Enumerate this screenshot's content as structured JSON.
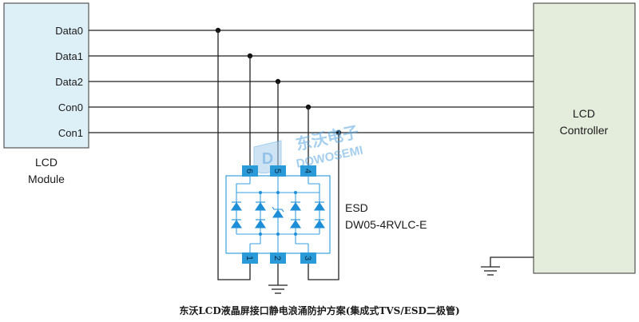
{
  "lcd_module": {
    "line1": "LCD",
    "line2": "Module"
  },
  "lcd_controller": {
    "line1": "LCD",
    "line2": "Controller"
  },
  "signals": [
    "Data0",
    "Data1",
    "Data2",
    "Con0",
    "Con1"
  ],
  "esd": {
    "line1": "ESD",
    "line2": "DW05-4RVLC-E"
  },
  "pins": {
    "p1": "1",
    "p2": "2",
    "p3": "3",
    "p4": "4",
    "p5": "5",
    "p6": "6"
  },
  "watermark": {
    "cn": "东沃电子",
    "en": "DOWOSEMI"
  },
  "caption": "东沃LCD液晶屏接口静电浪涌防护方案(集成式TVS/ESD二极管)",
  "colors": {
    "module_fill": "#ddf0f8",
    "controller_fill": "#e4ecdc",
    "accent": "#1e8fd6",
    "pad": "#2a9ad9"
  }
}
